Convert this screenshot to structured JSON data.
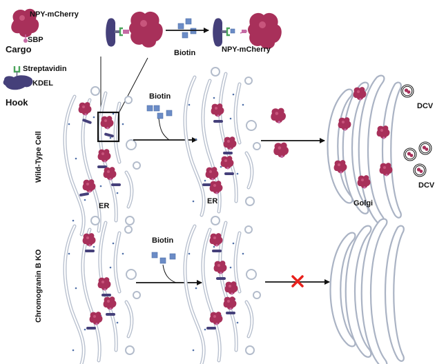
{
  "labels": {
    "npy_mcherry_top": "NPY-mCherry",
    "sbp": "SBP",
    "cargo": "Cargo",
    "streptavidin": "Streptavidin",
    "kdel": "KDEL",
    "hook": "Hook",
    "biotin_top": "Biotin",
    "npy_mcherry_right": "NPY-mCherry",
    "biotin_wt": "Biotin",
    "er_wt_1": "ER",
    "er_wt_2": "ER",
    "golgi": "Golgi",
    "dcv_1": "DCV",
    "dcv_2": "DCV",
    "row_wildtype": "Wild-Type Cell",
    "biotin_ko": "Biotin",
    "row_ko": "Chromogranin B KO"
  },
  "colors": {
    "cargo": "#a8305a",
    "hook": "#45407a",
    "streptavidin": "#4aa35a",
    "sbp": "#c56aa4",
    "biotin": "#6b8cc6",
    "membrane": "#b9c1cf",
    "block_cross": "#e8211c"
  },
  "icons": {
    "block": "red-x-icon"
  }
}
